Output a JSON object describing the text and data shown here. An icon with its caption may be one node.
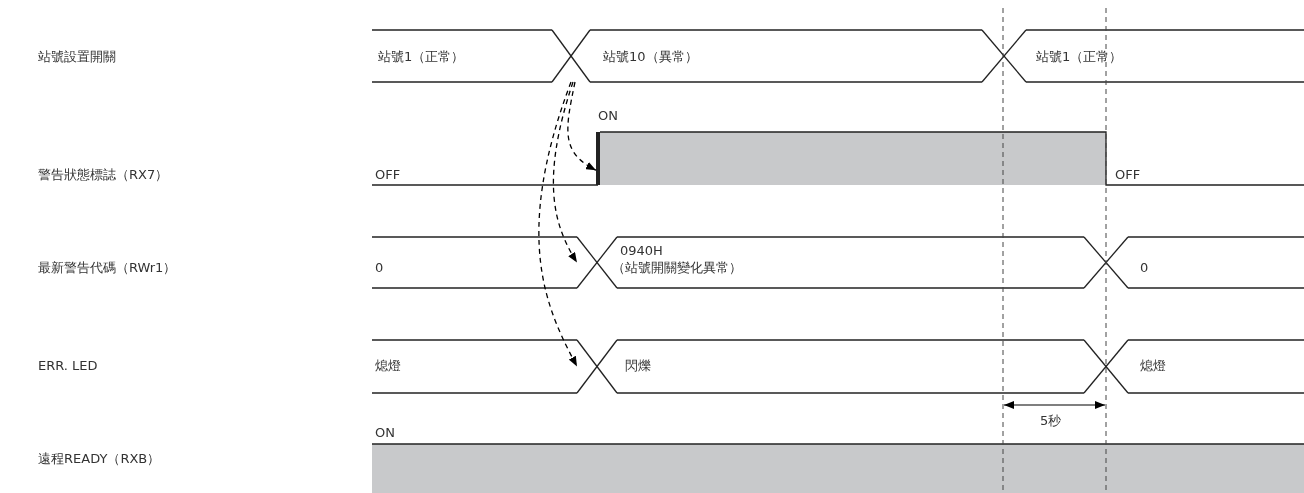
{
  "diagram": {
    "nodes": [
      {
        "text": [],
        "shape": "cross"
      },
      {
        "text": [],
        "shape": "line"
      },
      {
        "text": [],
        "shape": "cross"
      },
      {
        "text": [],
        "shape": "cross"
      }
    ],
    "edges": [
      {
        "from": 0,
        "to": 1,
        "arrow": "to",
        "style": "dashed"
      },
      {
        "from": 0,
        "to": 2,
        "arrow": "to",
        "style": "dashed"
      },
      {
        "from": 0,
        "to": 3,
        "arrow": "to",
        "style": "dashed"
      }
    ],
    "labels": [
      "站號設置開關",
      "站號1（正常）",
      "站號10（異常）",
      "站號1（正常）",
      "ON",
      "警告狀態標誌（RX7）",
      "OFF",
      "OFF",
      "0940H",
      "最新警告代碼（RWr1）",
      "0",
      "（站號開關變化異常）",
      "0",
      "ERR. LED",
      "熄燈",
      "閃爍",
      "熄燈",
      "5秒",
      "ON",
      "遠程READY（RXB）"
    ]
  }
}
